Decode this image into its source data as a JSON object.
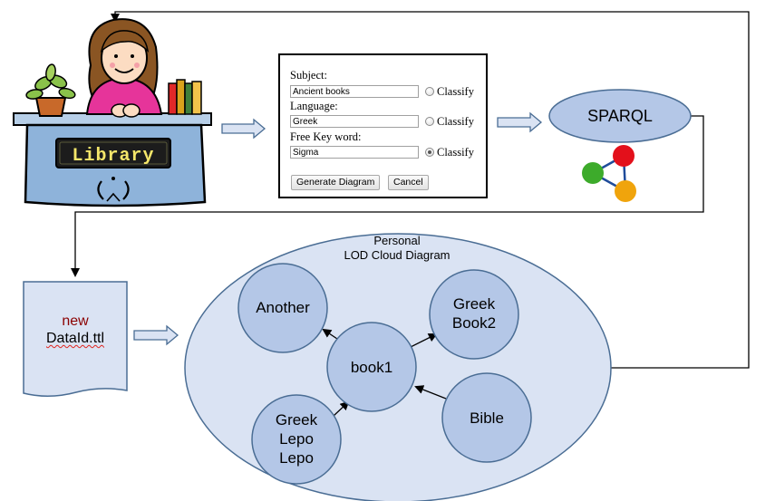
{
  "library_sign": "Library",
  "search_form": {
    "fields": [
      {
        "label": "Subject:",
        "value": "Ancient books",
        "radio_label": "Classify",
        "radio_checked": false
      },
      {
        "label": "Language:",
        "value": "Greek",
        "radio_label": "Classify",
        "radio_checked": false
      },
      {
        "label": "Free Key word:",
        "value": "Sigma",
        "radio_label": "Classify",
        "radio_checked": true
      }
    ],
    "buttons": {
      "generate": "Generate Diagram",
      "cancel": "Cancel"
    }
  },
  "sparql": {
    "label": "SPARQL",
    "logo_colors": [
      "#e3101b",
      "#3dab2b",
      "#f0a40c"
    ]
  },
  "data_file": {
    "word1": "new",
    "word2": "DataId.ttl"
  },
  "cloud": {
    "title_line1": "Personal",
    "title_line2": "LOD Cloud Diagram",
    "nodes": {
      "another": "Another",
      "greek_book2": [
        "Greek",
        "Book2"
      ],
      "book1": "book1",
      "bible": "Bible",
      "greek_lepo": [
        "Greek",
        "Lepo",
        "Lepo"
      ]
    }
  },
  "colors": {
    "node_fill": "#b4c7e7",
    "node_stroke": "#4a6d94",
    "arrow_fill": "#dae3f3",
    "line": "#000000"
  }
}
